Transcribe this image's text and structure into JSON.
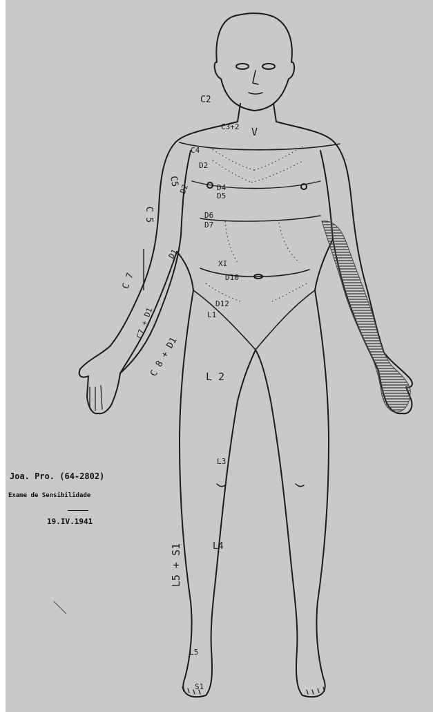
{
  "annotation": {
    "line1": "Joa. Pro. (64-2802)",
    "line2": "Exame de Sensibilidade",
    "line3": "19.IV.1941"
  },
  "dermatome_labels": {
    "c2": "C2",
    "c3_c2": "C3+2",
    "v": "V",
    "c4": "C4",
    "d2": "D2",
    "c5_shoulder": "C5",
    "d2_arm": "D2",
    "d4": "D4",
    "d5": "D5",
    "d6": "D6",
    "d7": "D7",
    "c5_outer": "C 5",
    "d1_arm": "D1",
    "c7": "C 7",
    "c7_d1": "C7 + D1",
    "c8_d1": "C 8 + D1",
    "xi": "XI",
    "d10": "D10",
    "d12": "D12",
    "l1": "L1",
    "l2": "L 2",
    "l3": "L3",
    "l4": "L4",
    "l5_s1": "L5 + S1",
    "l5": "L5",
    "s1": "S1"
  },
  "colors": {
    "paper": "#c9c9c9",
    "ink": "#1a1a1a",
    "hatch": "#444444"
  },
  "icons": [
    "body-outline",
    "hatched-area"
  ]
}
